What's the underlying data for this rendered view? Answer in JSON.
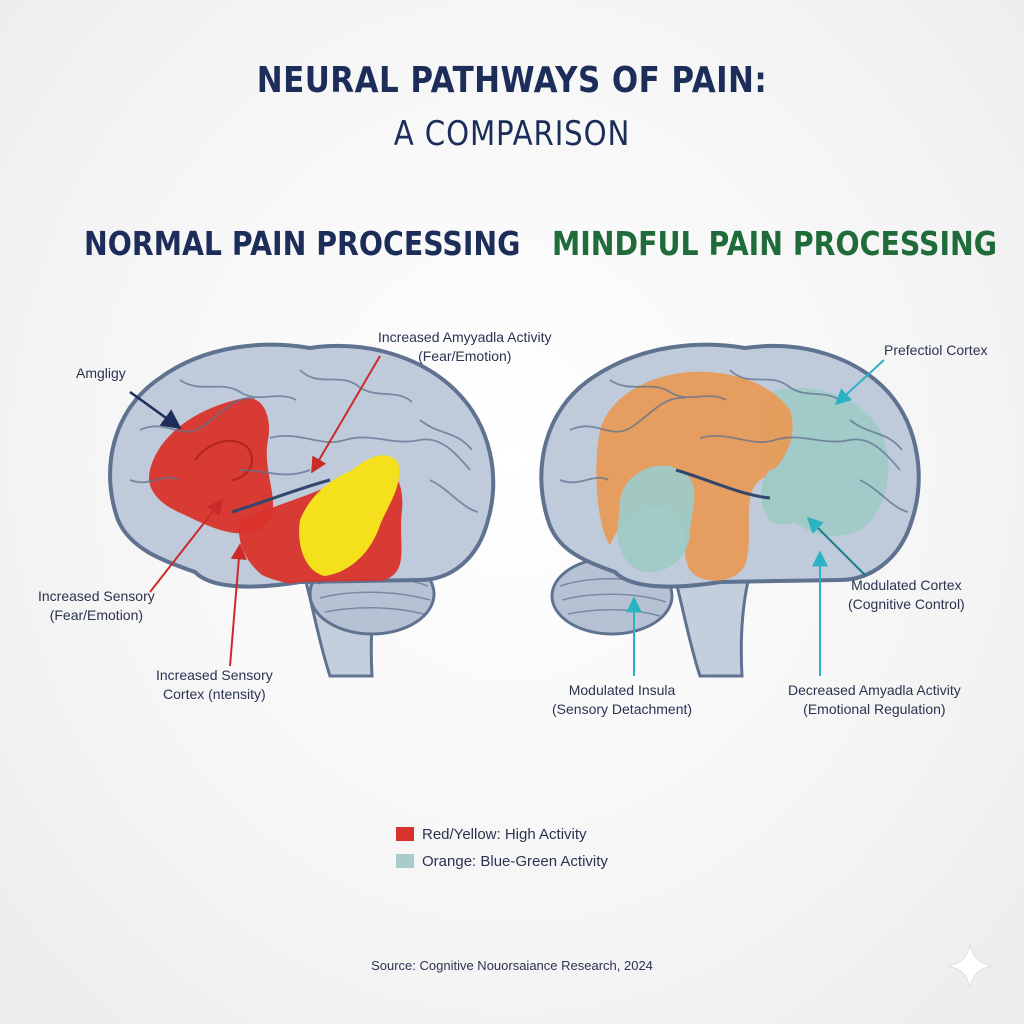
{
  "title": {
    "line1": "NEURAL PATHWAYS OF PAIN:",
    "line2": "A COMPARISON"
  },
  "panels": {
    "normal": {
      "title": "NORMAL PAIN PROCESSING",
      "labels": {
        "amygdala": [
          "Amgligy"
        ],
        "amygdala_activity": [
          "Increased Amyyadla Activity",
          "(Fear/Emotion)"
        ],
        "sensory": [
          "Increased Sensory",
          "(Fear/Emotion)"
        ],
        "sensory_cortex": [
          "Increased Sensory",
          "Cortex (ntensity)"
        ]
      }
    },
    "mindful": {
      "title": "MINDFUL PAIN PROCESSING",
      "labels": {
        "prefrontal": [
          "Prefectiol Cortex"
        ],
        "modulated_cortex": [
          "Modulated Cortex",
          "(Cognitive Control)"
        ],
        "insula": [
          "Modulated Insula",
          "(Sensory Detachment)"
        ],
        "amygdala_decreased": [
          "Decreased Amyadla Activity",
          "(Emotional Regulation)"
        ]
      }
    }
  },
  "legend": [
    {
      "text": "Red/Yellow: High Activity",
      "color": "#d9312b"
    },
    {
      "text": "Orange: Blue-Green Activity",
      "color": "#a9cccb"
    }
  ],
  "source": "Source: Cognitive Nouorsaiance Research, 2024",
  "colors": {
    "title": "#1b2d58",
    "normal_title": "#1b2d58",
    "mindful_title": "#1f6b3a",
    "high_red": "#d9312b",
    "high_yellow": "#f5e01c",
    "orange": "#e89a55",
    "teal": "#9fcac6",
    "brain_fill": "#bfcadb",
    "brain_stroke": "#5f7290",
    "arrow_navy": "#1b2d58",
    "arrow_red": "#cc2a2a",
    "arrow_teal": "#2cb3c3"
  }
}
